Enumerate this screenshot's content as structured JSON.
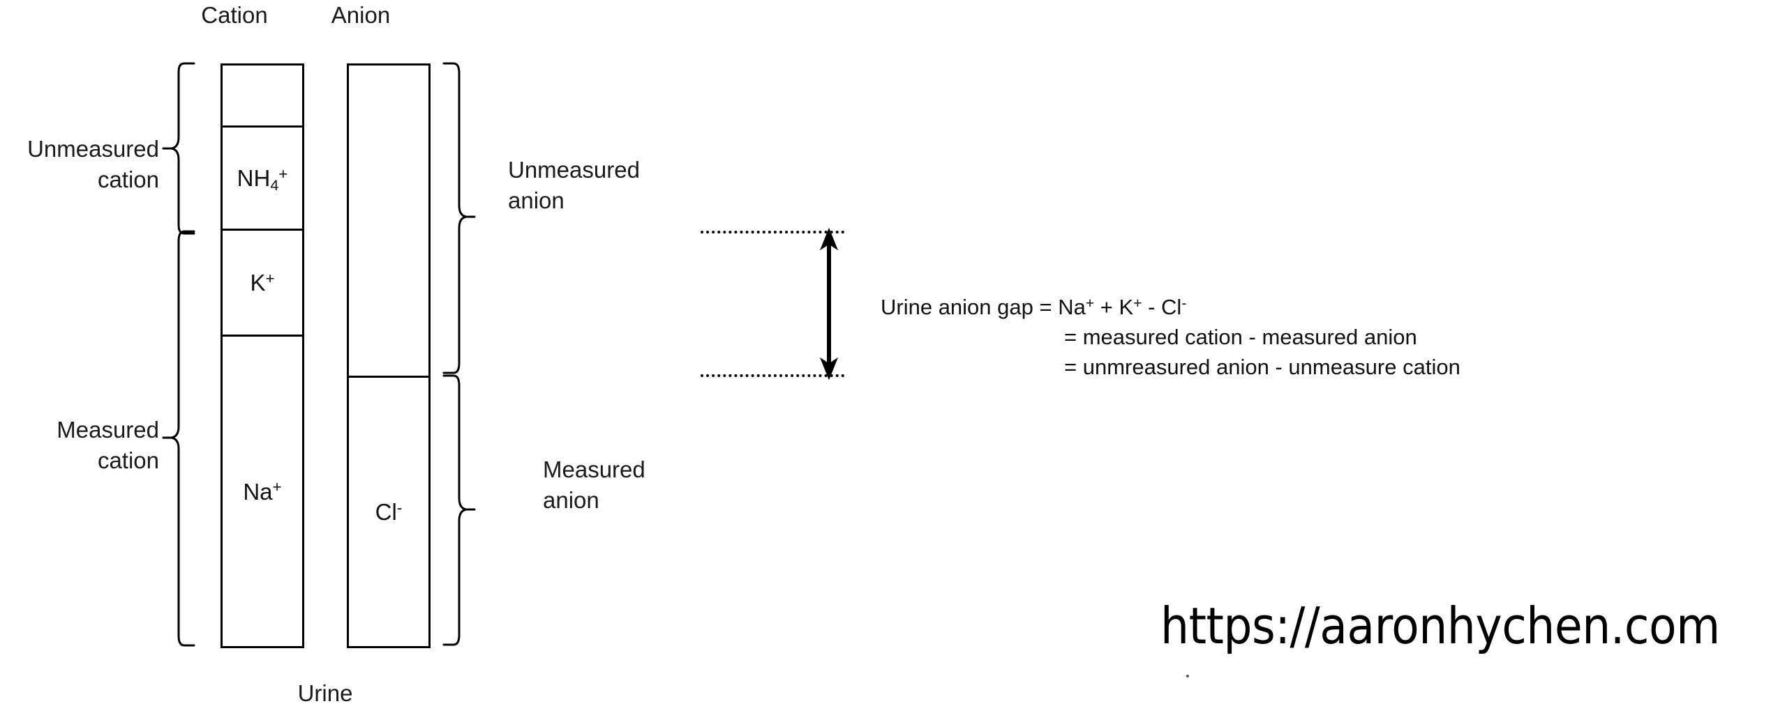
{
  "diagram": {
    "title_caption": "Urine",
    "columns": [
      {
        "key": "cation",
        "header": "Cation"
      },
      {
        "key": "anion",
        "header": "Anion"
      }
    ],
    "cation_bar": {
      "segments": [
        {
          "name": "unlabeled-unmeasured-cation",
          "label": "",
          "label_html": ""
        },
        {
          "name": "ammonium",
          "label": "NH4+",
          "label_html": "NH<sub>4</sub><sup>+</sup>"
        },
        {
          "name": "potassium",
          "label": "K+",
          "label_html": "K<sup>+</sup>"
        },
        {
          "name": "sodium",
          "label": "Na+",
          "label_html": "Na<sup>+</sup>"
        }
      ]
    },
    "anion_bar": {
      "segments": [
        {
          "name": "unlabeled-unmeasured-anion",
          "label": "",
          "label_html": ""
        },
        {
          "name": "chloride",
          "label": "Cl-",
          "label_html": "Cl<sup>-</sup>"
        }
      ]
    },
    "braces": {
      "left_top": {
        "label_line1": "Unmeasured",
        "label_line2": "cation"
      },
      "left_bottom": {
        "label_line1": "Measured",
        "label_line2": "cation"
      },
      "right_top": {
        "label_line1": "Unmeasured",
        "label_line2": "anion"
      },
      "right_bottom": {
        "label_line1": "Measured",
        "label_line2": "anion"
      }
    },
    "gap_indicator": {
      "name": "urine-anion-gap-double-arrow",
      "style": "double-headed-vertical-arrow-between-dotted-leaders"
    },
    "equation": {
      "line1_prefix": "Urine anion gap = ",
      "line1_expr_html": "Na<sup>+</sup> + K<sup>+</sup> - Cl<sup>-</sup>",
      "line1_plain": "Urine anion gap = Na+ + K+ - Cl-",
      "line2": "= measured cation - measured anion",
      "line3": "= unmreasured anion - unmeasure cation"
    },
    "watermark": "https://aaronhychen.com",
    "colors": {
      "stroke": "#000000",
      "background": "#ffffff",
      "text": "#1a1a1a"
    }
  }
}
